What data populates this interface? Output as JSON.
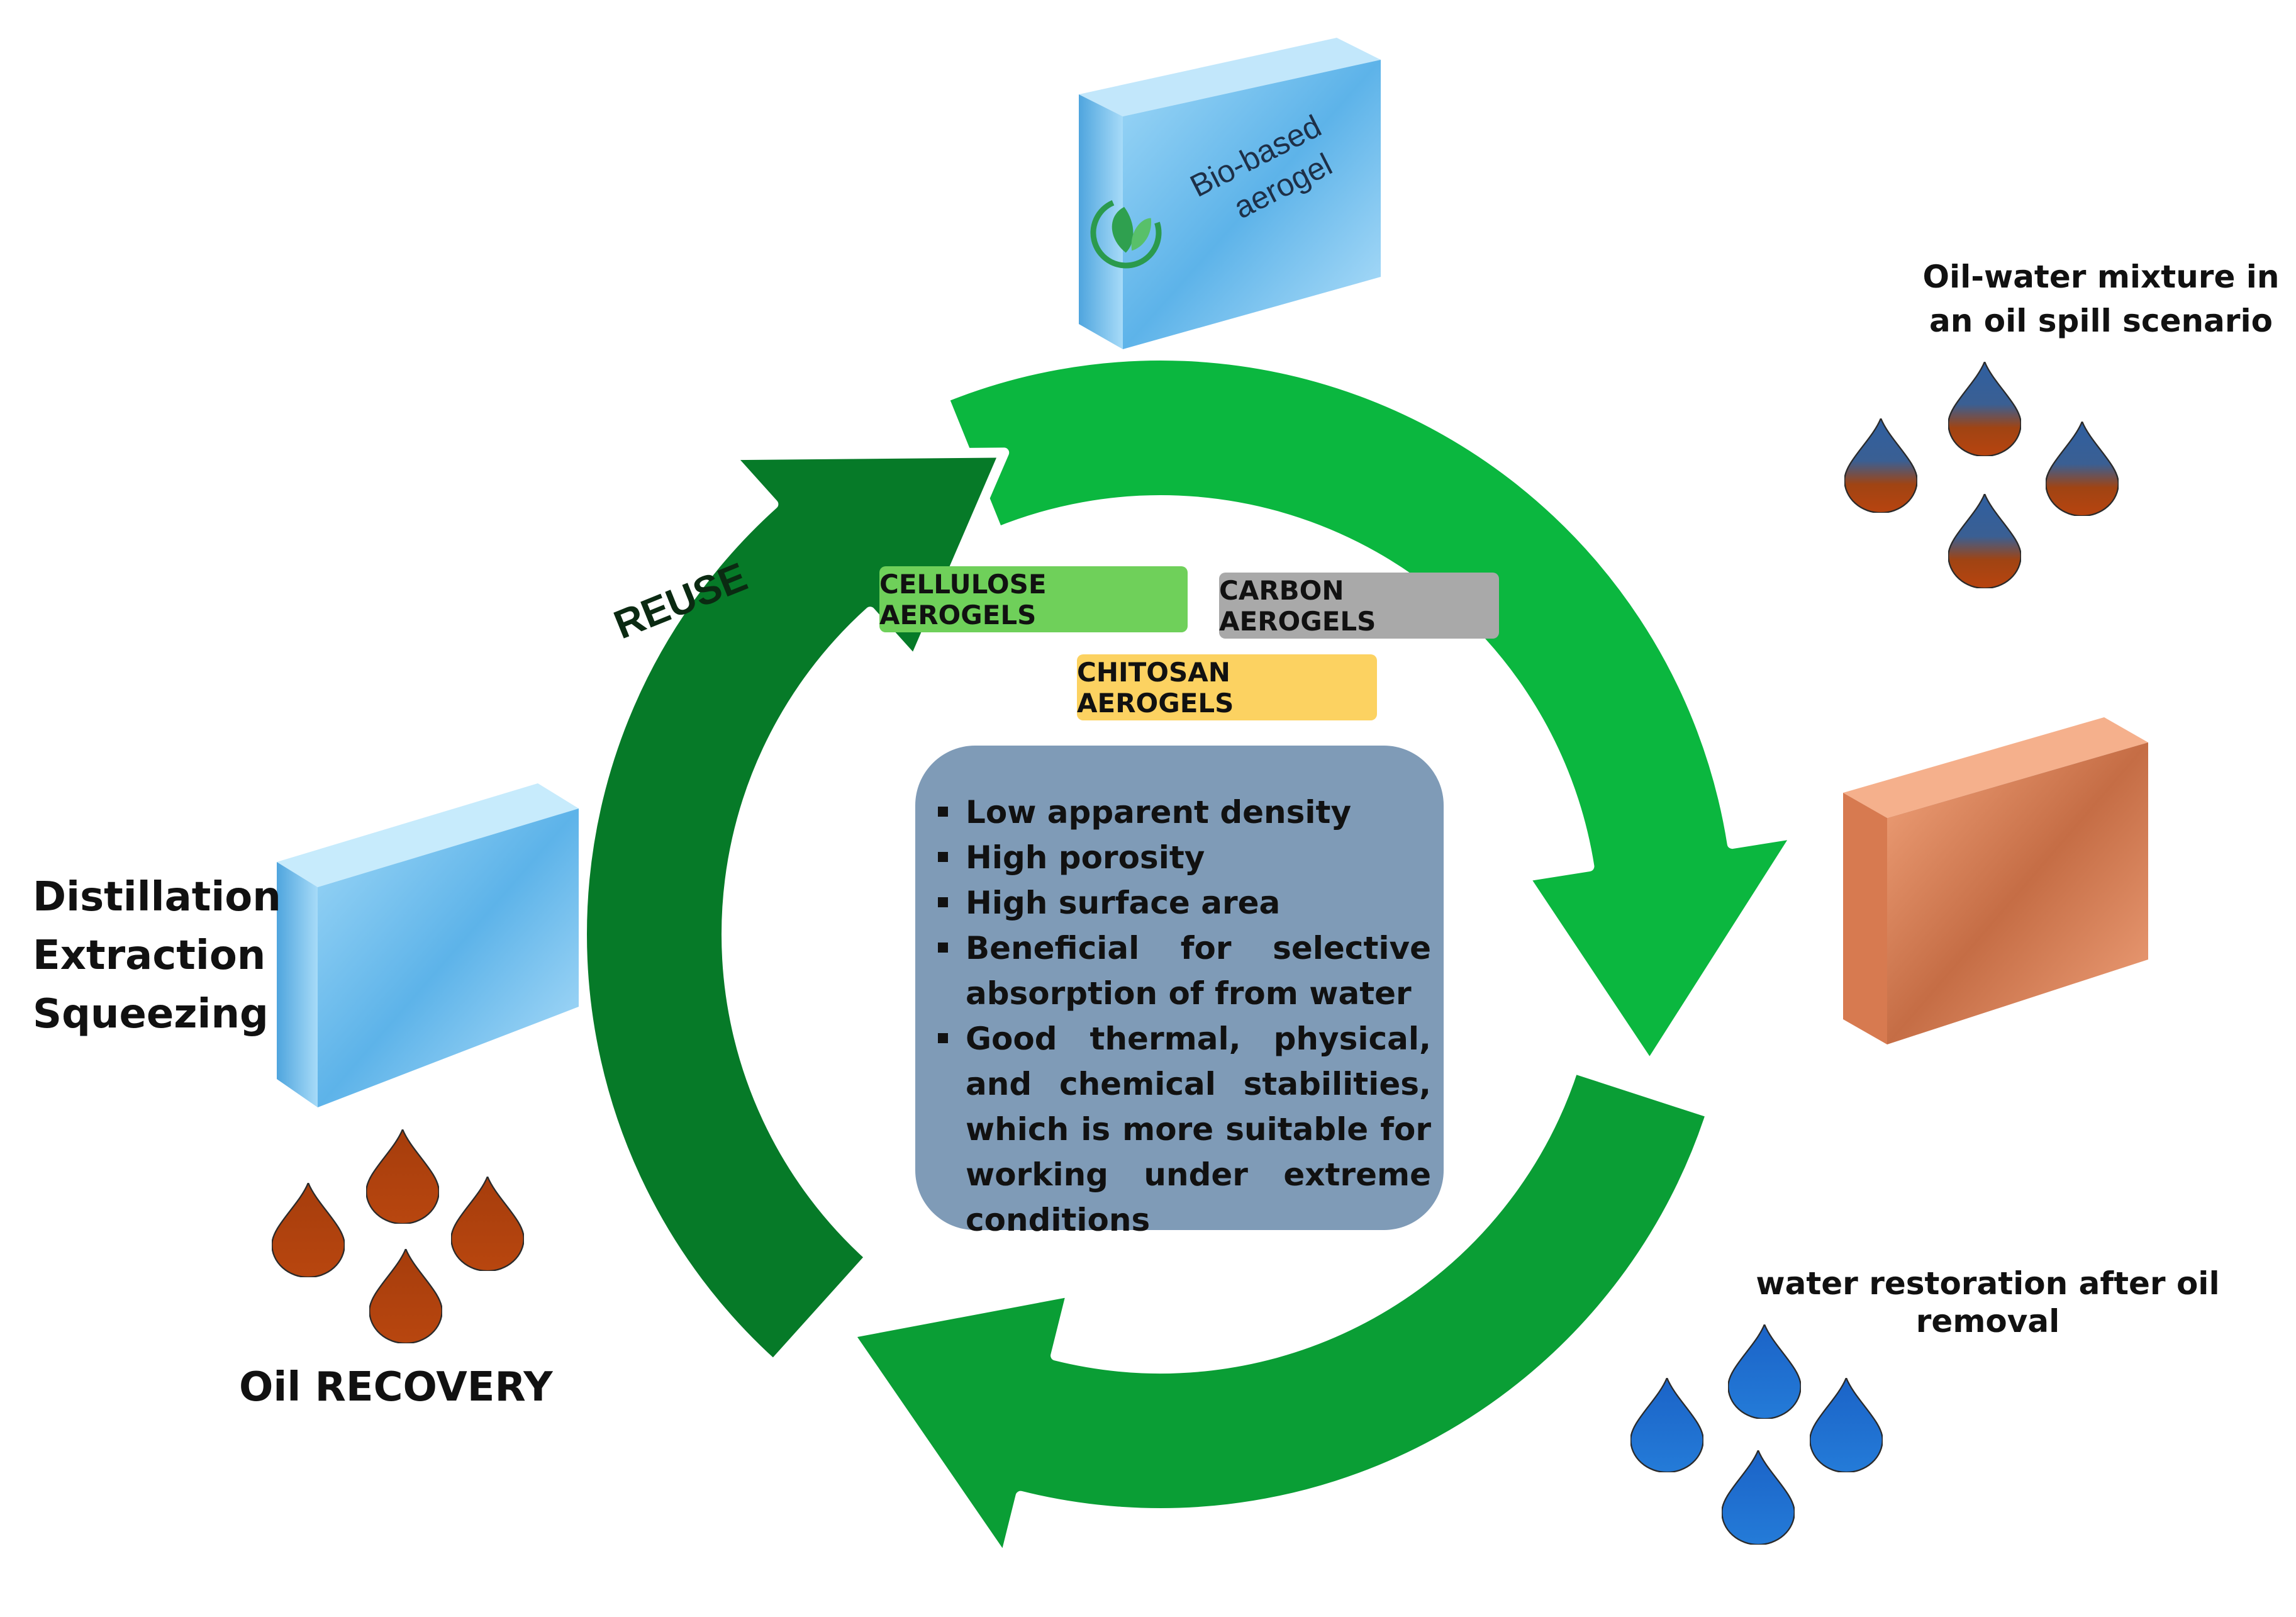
{
  "cycle": {
    "reuse_label": "REUSE",
    "colors": {
      "light_green": "#0bb73f",
      "dark_green": "#067a28",
      "white_gap": "#ffffff"
    }
  },
  "blocks": {
    "top": {
      "text_line1": "Bio-based",
      "text_line2": "aerogel",
      "icon": "leaf-recycle-icon",
      "color": "#7ec8f0"
    },
    "right": {
      "color": "#e38a5f"
    },
    "left": {
      "color": "#7ec8f0"
    }
  },
  "labels": {
    "oil_water_line1": "Oil-water mixture in",
    "oil_water_line2": "an oil spill scenario",
    "water_restoration": "water restoration after oil removal",
    "process_line1": "Distillation",
    "process_line2": "Extraction",
    "process_line3": "Squeezing",
    "oil_recovery": "Oil RECOVERY"
  },
  "aerogel_types": [
    {
      "label": "CELLULOSE AEROGELS",
      "color": "#6fd05a"
    },
    {
      "label": "CARBON AEROGELS",
      "color": "#a9a9a9"
    },
    {
      "label": "CHITOSAN AEROGELS",
      "color": "#fcd261"
    }
  ],
  "properties": [
    "Low apparent density",
    "High porosity",
    "High surface area",
    "Beneficial for selective absorption of from water",
    "Good thermal, physical, and chemical stabilities, which is more suitable for working under extreme conditions"
  ],
  "droplets": {
    "oil_water_icon": "oil-water-droplet-icon",
    "oil_icon": "oil-droplet-icon",
    "water_icon": "water-droplet-icon",
    "oil_color": "#b8440f",
    "water_color": "#1e6fd0"
  }
}
